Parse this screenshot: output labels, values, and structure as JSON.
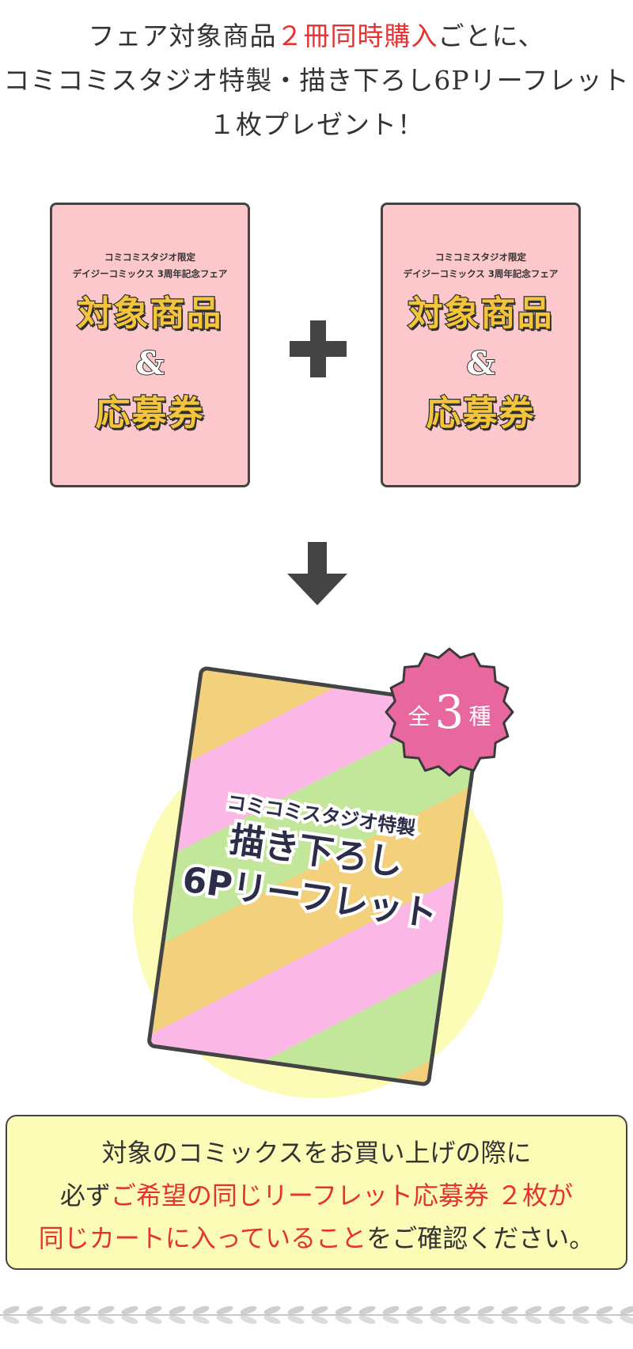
{
  "intro": {
    "line1_a": "フェア対象商品",
    "line1_b": "２冊同時購入",
    "line1_c": "ごとに、",
    "line2": "コミコミスタジオ特製・描き下ろし6Pリーフレット",
    "line3": "１枚プレゼント！"
  },
  "cards": [
    {
      "sub1": "コミコミスタジオ限定",
      "sub2": "デイジーコミックス 3周年記念フェア",
      "big1": "対象商品",
      "amp": "&",
      "big2": "応募券"
    },
    {
      "sub1": "コミコミスタジオ限定",
      "sub2": "デイジーコミックス 3周年記念フェア",
      "big1": "対象商品",
      "amp": "&",
      "big2": "応募券"
    }
  ],
  "leaflet": {
    "line1": "コミコミスタジオ特製",
    "line2": "描き下ろし",
    "line3": "6Pリーフレット"
  },
  "badge": {
    "prefix": "全",
    "number": "3",
    "suffix": "種"
  },
  "notice": {
    "line1": "対象のコミックスをお買い上げの際に",
    "line2_a": "必ず",
    "line2_b": "ご希望の同じリーフレット応募券 ２枚が",
    "line3_a": "同じカートに入っていること",
    "line3_b": "をご確認ください。"
  },
  "colors": {
    "accent_red": "#e63232",
    "card_pink": "#fdc8cb",
    "title_yellow": "#f4c53a",
    "badge_pink": "#e8679e",
    "notice_yellow": "#fcfcb7",
    "stripe_orange": "#f2d07c",
    "stripe_pink": "#fbb8e7",
    "stripe_green": "#c2e69a"
  },
  "icons": [
    "plus-icon",
    "arrow-down-icon",
    "badge-icon",
    "laurel-divider-icon"
  ]
}
